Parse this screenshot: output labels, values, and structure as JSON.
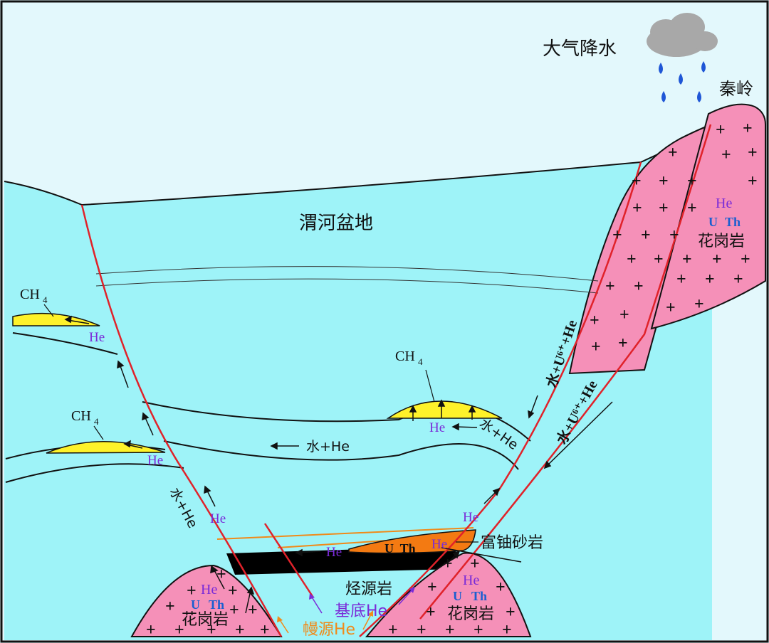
{
  "labels": {
    "precipitation": "大气降水",
    "qinling": "秦岭",
    "basin": "渭河盆地",
    "granite": "花岗岩",
    "uranium_sandstone": "富铀砂岩",
    "source_rock": "烃源岩",
    "basement_he": "基底He",
    "mantle_he": "幔源He",
    "water_he": "水+He",
    "water_u_he": "水+U⁶⁺+He",
    "ch4": "CH",
    "ch4_sub": "4",
    "he": "He",
    "u": "U",
    "th": "Th",
    "u_th": "U  Th"
  },
  "colors": {
    "sky": "#e3f8fc",
    "basin_water": "#9ef3f8",
    "granite": "#f590b8",
    "gas": "#fef22a",
    "uranium_sand": "#f37a12",
    "source_rock": "#000000",
    "fault": "#e0222a",
    "he_text": "#7a2bd8",
    "ut_text": "#1a5fd0",
    "rain": "#1e56d6",
    "cloud": "#a8a8a8"
  }
}
